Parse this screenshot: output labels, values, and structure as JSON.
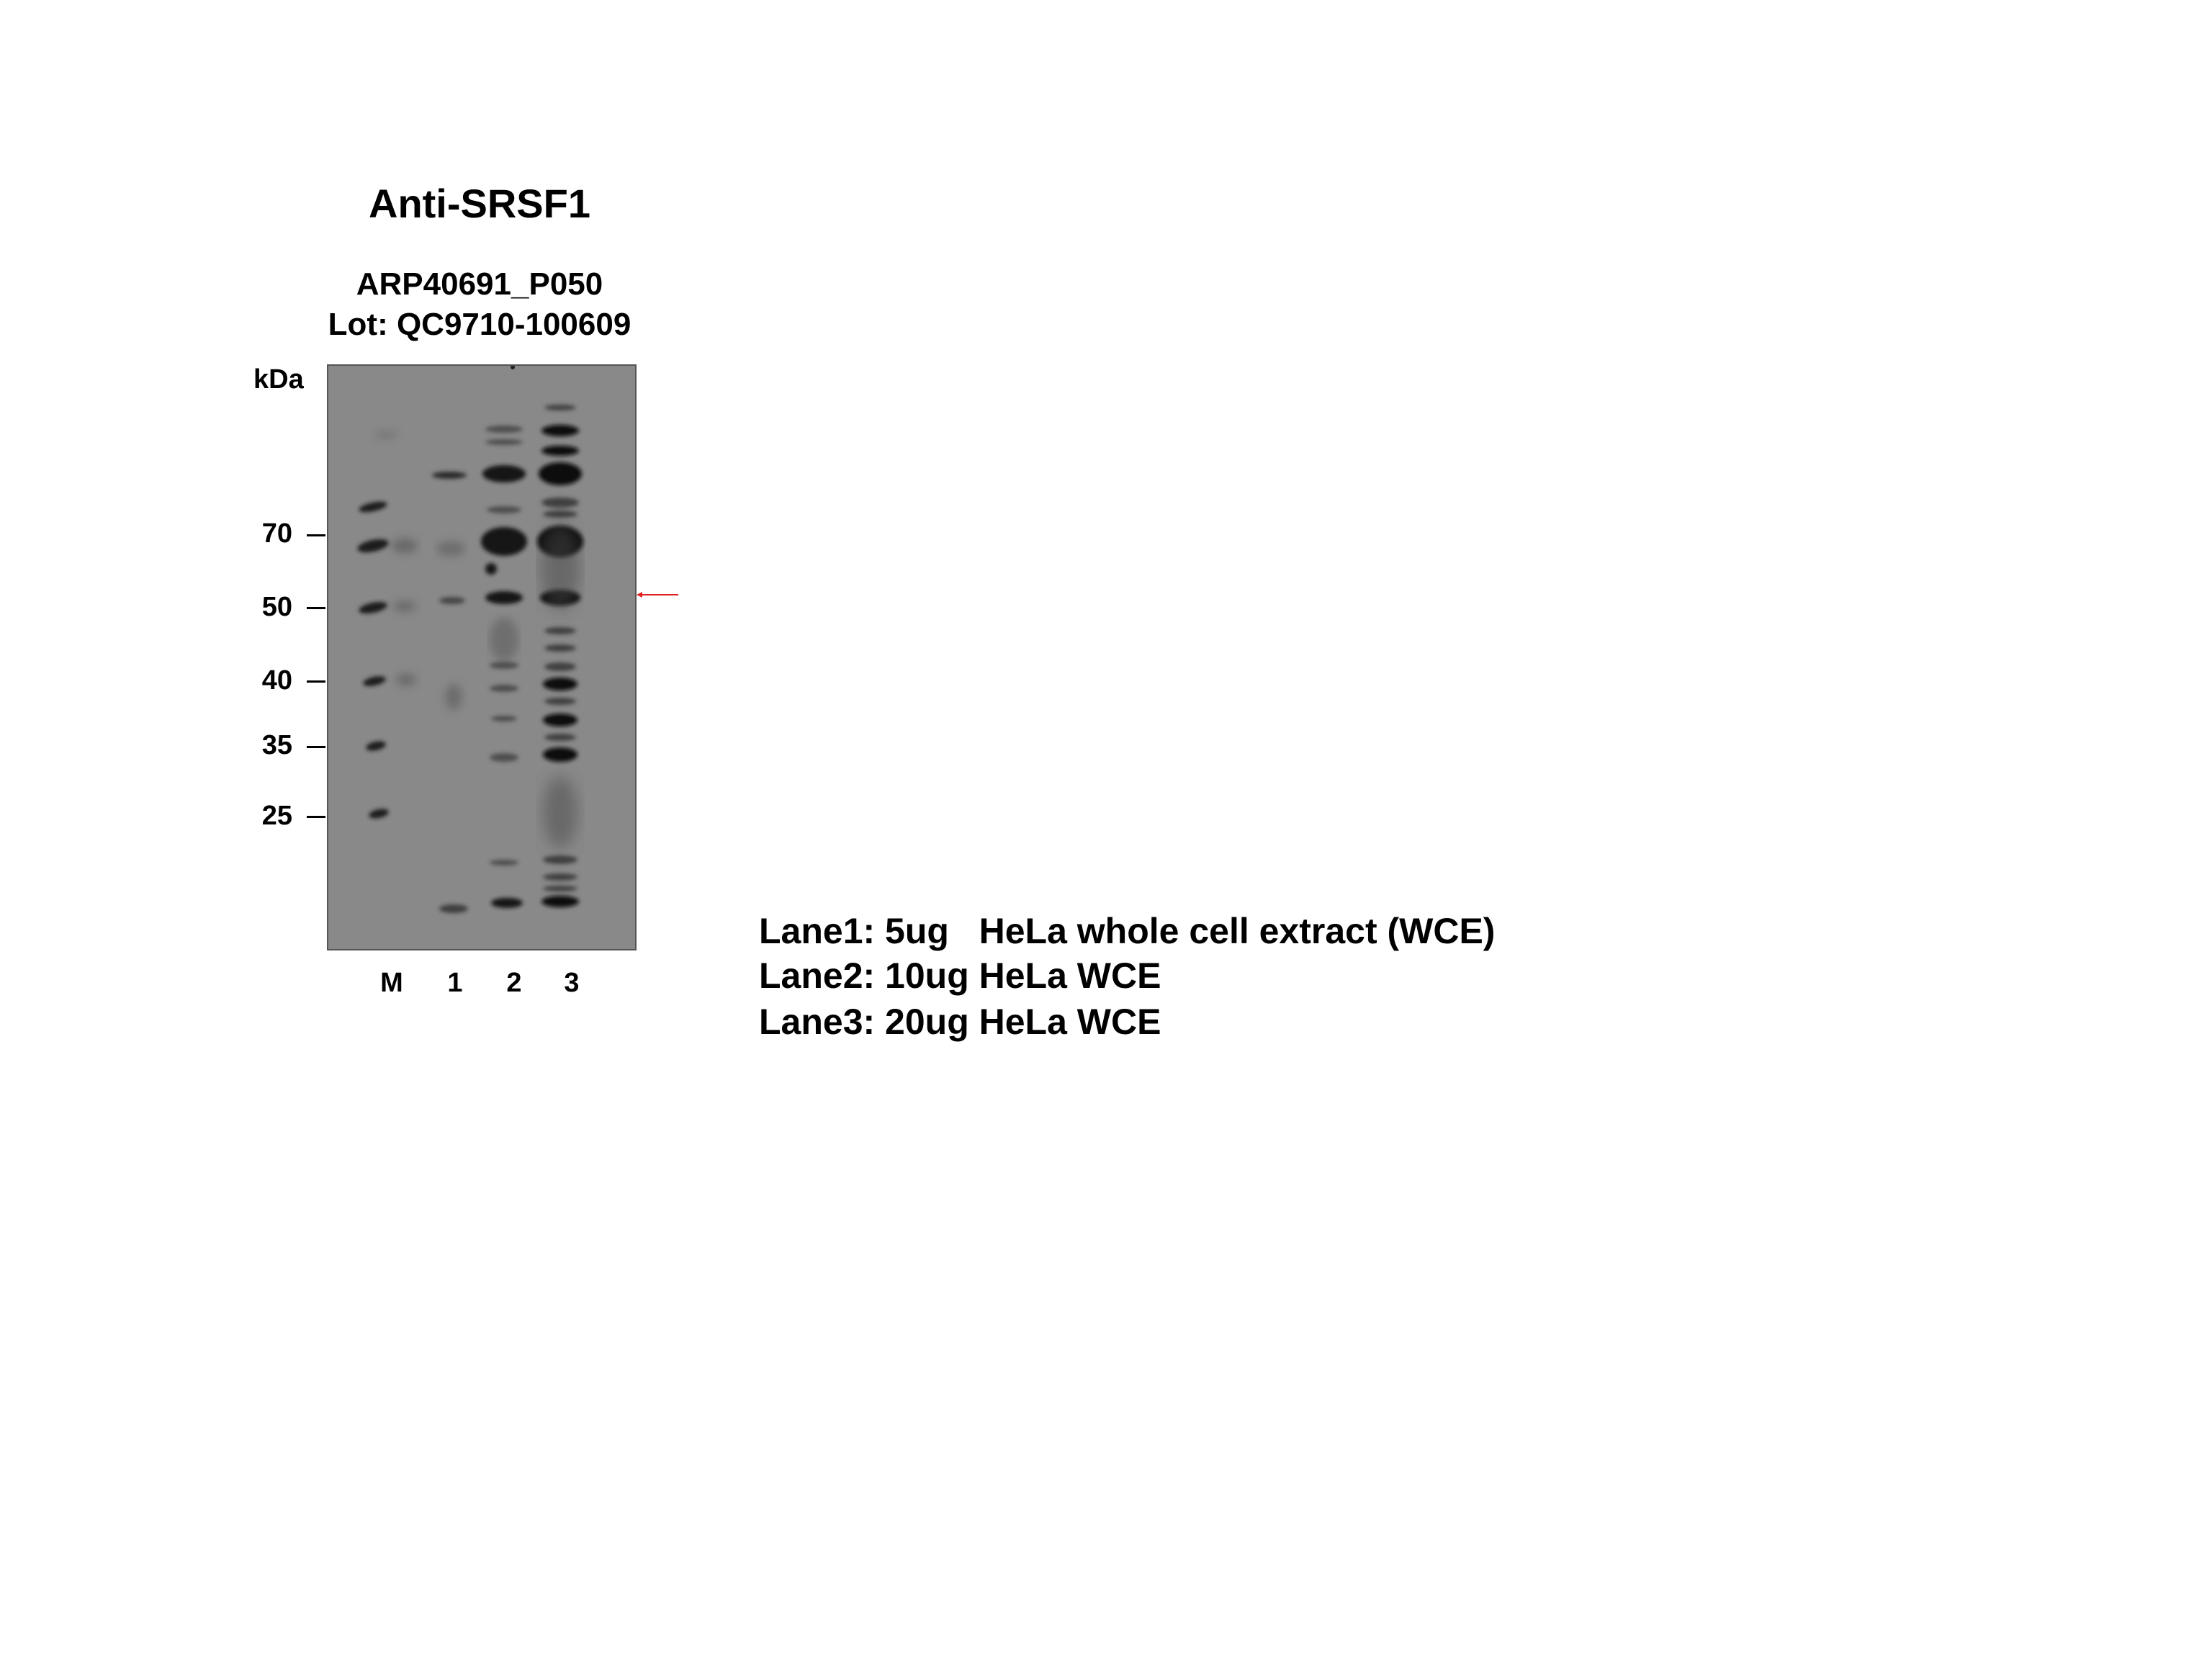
{
  "title": "Anti-SRSF1",
  "catalog": "ARP40691_P050",
  "lot": "Lot: QC9710-100609",
  "unit": "kDa",
  "markers": [
    "70",
    "50",
    "40",
    "35",
    "25"
  ],
  "lanes": [
    "M",
    "1",
    "2",
    "3"
  ],
  "legend": [
    "Lane1: 5ug   HeLa whole cell extract (WCE)",
    "Lane2: 10ug HeLa WCE",
    "Lane3: 20ug HeLa WCE"
  ],
  "colors": {
    "arrow": "#e02020",
    "membrane": "#8a8a8a",
    "band": "#141414"
  }
}
